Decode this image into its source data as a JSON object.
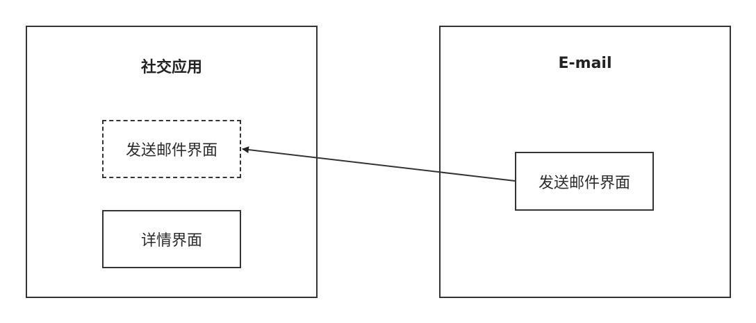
{
  "containers": {
    "social_app": {
      "title": "社交应用"
    },
    "email": {
      "title": "E-mail"
    }
  },
  "nodes": {
    "social_send_mail": {
      "label": "发送邮件界面",
      "border": "dashed"
    },
    "social_detail": {
      "label": "详情界面",
      "border": "solid"
    },
    "email_send_mail": {
      "label": "发送邮件界面",
      "border": "solid"
    }
  },
  "edges": [
    {
      "from": "email_send_mail",
      "to": "social_send_mail",
      "arrow": "end"
    }
  ],
  "colors": {
    "stroke": "#333333",
    "text": "#2b2b2b",
    "background": "#ffffff"
  }
}
